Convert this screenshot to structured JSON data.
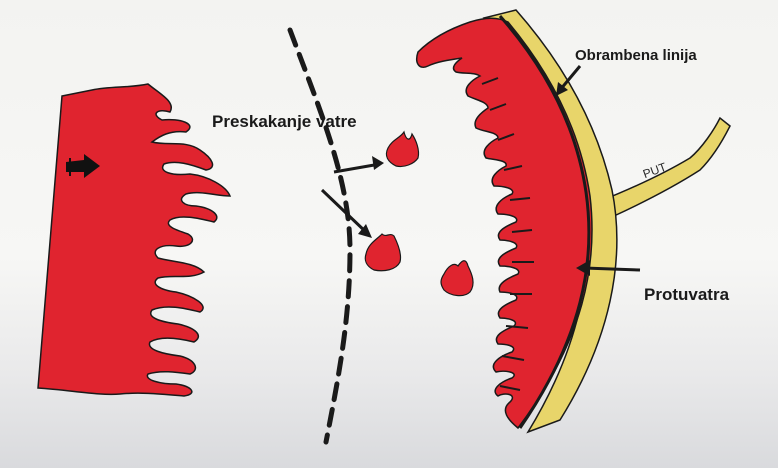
{
  "labels": {
    "preskakanje": "Preskakanje vatre",
    "obrambena": "Obrambena linija",
    "protuvatra": "Protuvatra",
    "put": "PUT"
  },
  "colors": {
    "fire": "#e0242f",
    "road": "#e8d56a",
    "outline": "#1a1a1a"
  },
  "icons": [
    "flame-front-icon",
    "ember-icon",
    "arrow-icon",
    "road-icon"
  ]
}
